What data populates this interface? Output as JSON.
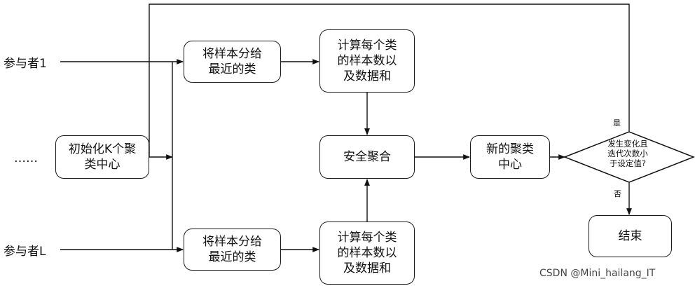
{
  "participants": {
    "first": "参与者1",
    "ellipsis": "……",
    "last": "参与者L"
  },
  "nodes": {
    "init": "初始化K个聚\n类中心",
    "assign_top": "将样本分给\n最近的类",
    "assign_bottom": "将样本分给\n最近的类",
    "compute_top": "计算每个类\n的样本数以\n及数据和",
    "compute_bottom": "计算每个类\n的样本数以\n及数据和",
    "secure_agg": "安全聚合",
    "new_centers": "新的聚类\n中心",
    "decision": "发生变化且\n迭代次数小\n于设定值?",
    "end": "结束"
  },
  "edge_labels": {
    "yes": "是",
    "no": "否"
  },
  "watermark": "CSDN @Mini_hailang_IT"
}
